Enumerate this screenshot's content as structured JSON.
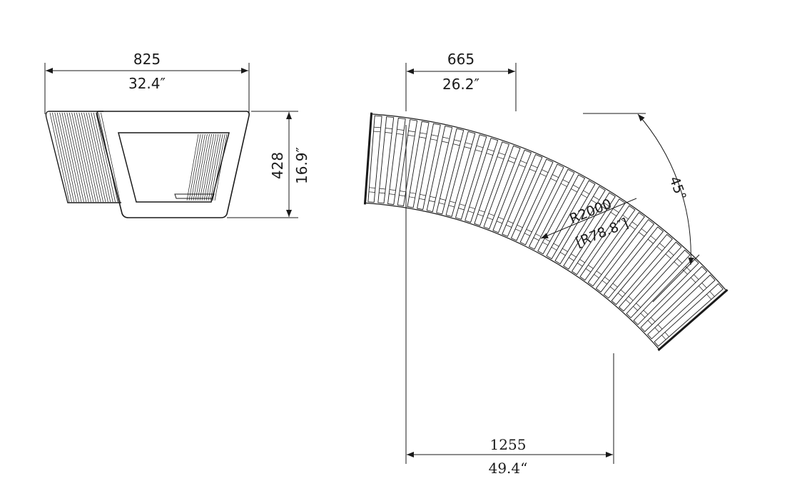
{
  "side_view": {
    "width_mm": "825",
    "width_in": "32.4″",
    "height_mm": "428",
    "height_in": "16.9″"
  },
  "top_view": {
    "depth_mm": "665",
    "depth_in": "26.2″",
    "length_mm": "1255",
    "length_in": "49.4“",
    "radius_mm": "R2000",
    "radius_in": "[R78.8″]",
    "angle": "45°"
  }
}
